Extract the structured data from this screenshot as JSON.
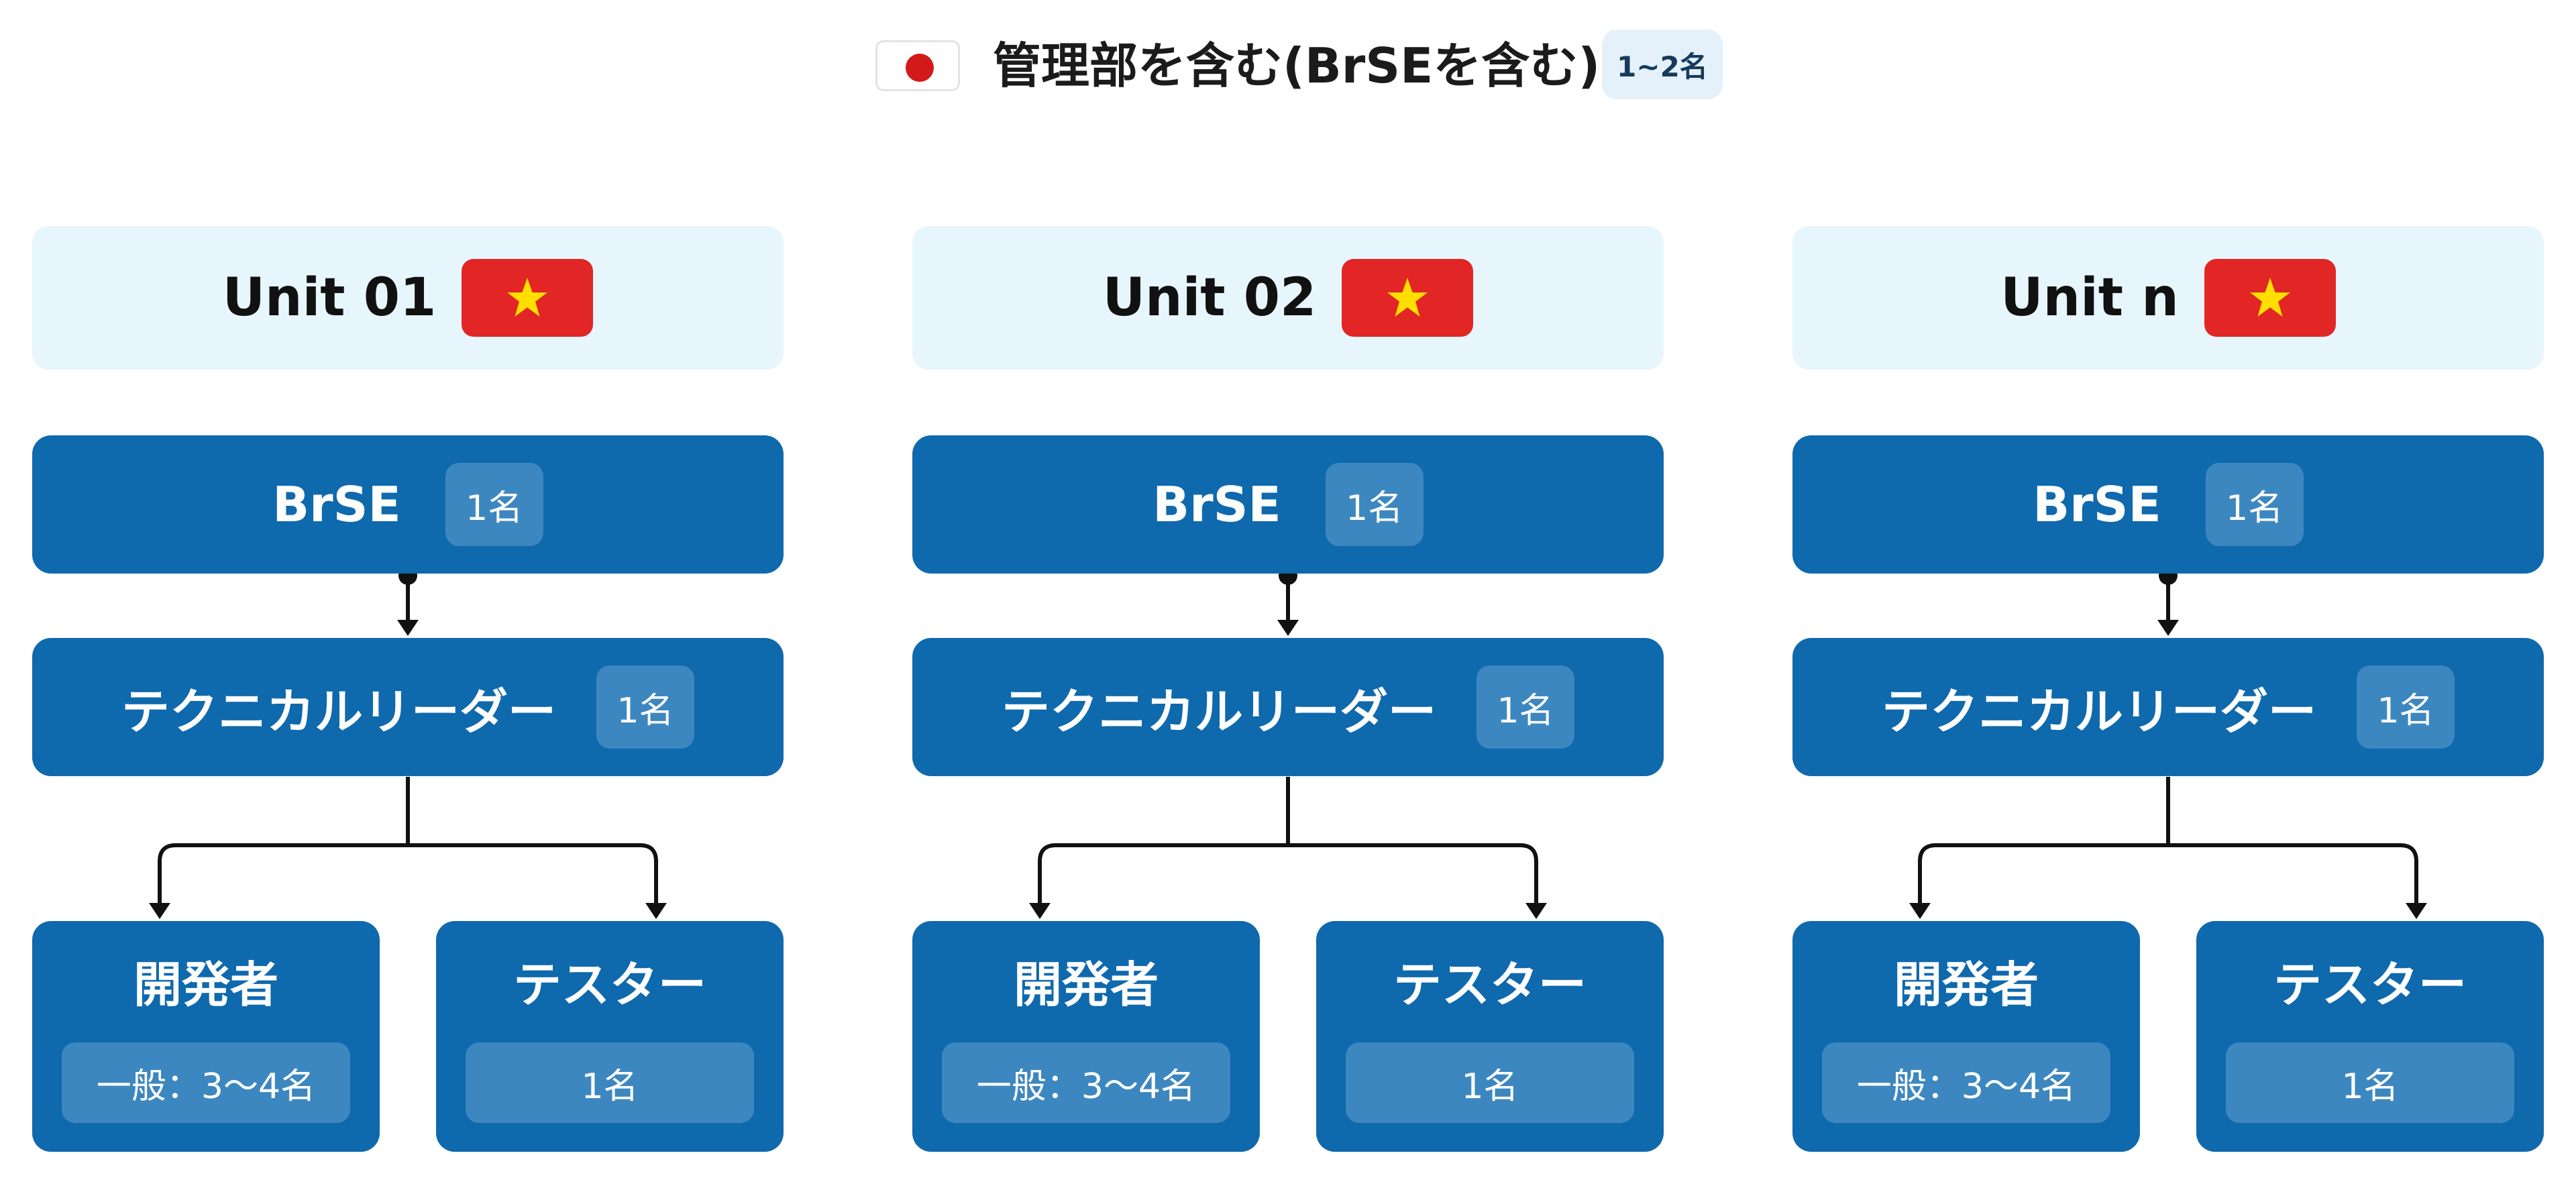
{
  "header": {
    "flag_icon": "japan-flag-icon",
    "title": "管理部を含む(BrSEを含む)",
    "count": "1~2名"
  },
  "units": [
    {
      "name": "Unit 01",
      "flag_icon": "vietnam-flag-icon",
      "brse": {
        "label": "BrSE",
        "count": "1名"
      },
      "lead": {
        "label": "テクニカルリーダー",
        "count": "1名"
      },
      "developer": {
        "label": "開発者",
        "count": "一般：3〜4名"
      },
      "tester": {
        "label": "テスター",
        "count": "1名"
      }
    },
    {
      "name": "Unit 02",
      "flag_icon": "vietnam-flag-icon",
      "brse": {
        "label": "BrSE",
        "count": "1名"
      },
      "lead": {
        "label": "テクニカルリーダー",
        "count": "1名"
      },
      "developer": {
        "label": "開発者",
        "count": "一般：3〜4名"
      },
      "tester": {
        "label": "テスター",
        "count": "1名"
      }
    },
    {
      "name": "Unit n",
      "flag_icon": "vietnam-flag-icon",
      "brse": {
        "label": "BrSE",
        "count": "1名"
      },
      "lead": {
        "label": "テクニカルリーダー",
        "count": "1名"
      },
      "developer": {
        "label": "開発者",
        "count": "一般：3〜4名"
      },
      "tester": {
        "label": "テスター",
        "count": "1名"
      }
    }
  ],
  "colors": {
    "box_blue": "#0f69ad",
    "pill_blue": "#3d87c0",
    "unit_header_bg": "#e7f6fd",
    "vietnam_red": "#e12625",
    "vietnam_star": "#ffde00",
    "japan_red": "#d21a1a"
  }
}
